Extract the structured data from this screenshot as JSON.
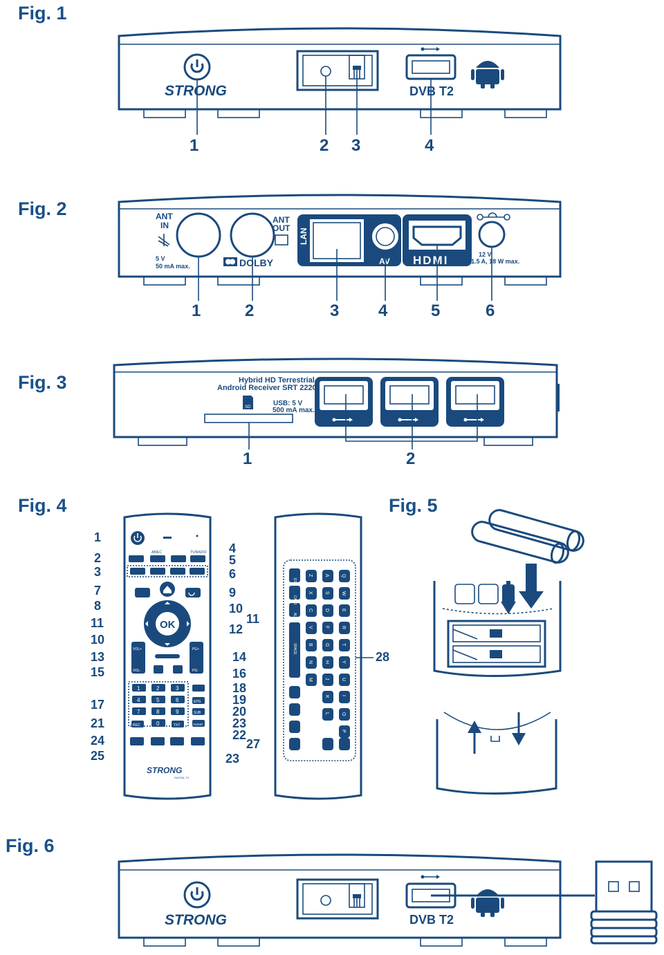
{
  "figures": {
    "fig1": {
      "title": "Fig. 1",
      "brand": "STRONG",
      "dvb_logo": "DVB T2",
      "callouts": [
        "1",
        "2",
        "3",
        "4"
      ]
    },
    "fig2": {
      "title": "Fig. 2",
      "ant_in_top": "ANT",
      "ant_in_bottom": "IN",
      "ant_in_spec_1": "5 V",
      "ant_in_spec_2": "50 mA max.",
      "ant_out_top": "ANT",
      "ant_out_bottom": "OUT",
      "dolby": "DOLBY",
      "lan": "LAN",
      "av": "AV",
      "hdmi": "HDMI",
      "power_spec_1": "12 V",
      "power_spec_2": "1.5 A, 18 W max.",
      "callouts": [
        "1",
        "2",
        "3",
        "4",
        "5",
        "6"
      ]
    },
    "fig3": {
      "title": "Fig. 3",
      "product_line1": "Hybrid HD Terrestrial",
      "product_line2": "Android Receiver SRT 2220",
      "usb_spec_1": "USB: 5 V",
      "usb_spec_2": "500 mA max.",
      "sd_label": "SD",
      "callouts": [
        "1",
        "2"
      ]
    },
    "fig4": {
      "title": "Fig. 4",
      "ok_label": "OK",
      "brand": "STRONG",
      "brand_sub": "DIGITAL TV",
      "remote_keys": {
        "ab_ec": "AB/EC",
        "tv_radio": "TV/RADIO",
        "vol_plus": "VOL+",
        "vol_minus": "VOL-",
        "pg_plus": "PG+",
        "pg_minus": "PG-",
        "epg": "EPG",
        "subt": "SUB",
        "audio": "AUDIO",
        "txt": "TXT",
        "rec": "REC",
        "digits": [
          "1",
          "2",
          "3",
          "4",
          "5",
          "6",
          "7",
          "8",
          "9",
          "0"
        ]
      },
      "keyboard_keys": {
        "esc": "ESC",
        "caps": "CAPS",
        "alt": "ALT",
        "space": "SPACE",
        "row1": [
          "Q",
          "W",
          "E",
          "R",
          "T",
          "Y",
          "U",
          "I",
          "O",
          "P"
        ],
        "row2": [
          "A",
          "S",
          "D",
          "F",
          "G",
          "H",
          "J",
          "K",
          "L"
        ],
        "row3": [
          "Z",
          "X",
          "C",
          "V",
          "B",
          "N",
          "M"
        ]
      },
      "callouts_left": [
        "1",
        "2",
        "3",
        "7",
        "8",
        "11",
        "10",
        "13",
        "15",
        "17",
        "21",
        "24",
        "25"
      ],
      "callouts_right": [
        "4",
        "5",
        "6",
        "9",
        "10",
        "11",
        "12",
        "14",
        "16",
        "18",
        "19",
        "20",
        "23",
        "22",
        "27",
        "23"
      ],
      "callout_keyboard": "28"
    },
    "fig5": {
      "title": "Fig. 5"
    },
    "fig6": {
      "title": "Fig. 6",
      "brand": "STRONG",
      "dvb_logo": "DVB T2"
    }
  },
  "colors": {
    "line": "#1a4a7d",
    "title": "#1a5189",
    "panel": "#1a4a7d"
  }
}
